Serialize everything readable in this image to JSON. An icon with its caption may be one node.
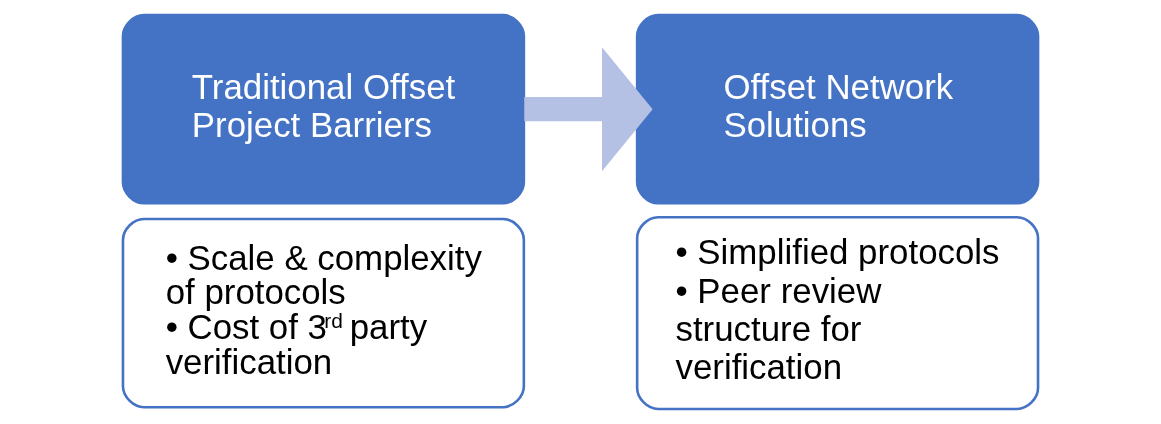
{
  "diagram": {
    "nodes": [
      {
        "text": [
          "Traditional Offset Project Barriers"
        ]
      },
      {
        "text": [
          "• Scale & complexity of protocols",
          "• Cost of 3$^{rd}$ party verification"
        ]
      },
      {
        "text": [
          "Offset Network Solutions"
        ]
      },
      {
        "text": [
          "• Simplified protocols",
          "• Peer review structure for verification"
        ]
      }
    ],
    "edges": [
      {
        "from": 0,
        "to": 2,
        "arrow": "to",
        "color": "#b4c1e4"
      }
    ]
  }
}
